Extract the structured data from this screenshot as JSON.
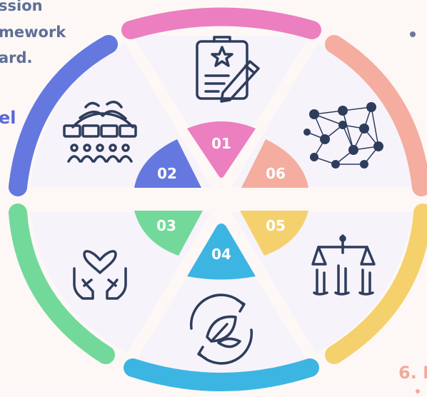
{
  "background": "#fdf8f6",
  "left_text": {
    "line1": "ssion",
    "line2": "mework",
    "line3": "ard.",
    "line4": "el"
  },
  "right_text": {
    "fragment": "6. I"
  },
  "segments": [
    {
      "number": "01",
      "color": "#ec7fc0",
      "icon": "document-star-pen-icon"
    },
    {
      "number": "02",
      "color": "#6478e0",
      "icon": "globe-community-icon"
    },
    {
      "number": "03",
      "color": "#72d99a",
      "icon": "hands-heart-icon"
    },
    {
      "number": "04",
      "color": "#3cb5e3",
      "icon": "leaf-cycle-icon"
    },
    {
      "number": "05",
      "color": "#f5d16e",
      "icon": "justice-scales-hands-icon"
    },
    {
      "number": "06",
      "color": "#f4ad9f",
      "icon": "network-people-icon"
    }
  ]
}
